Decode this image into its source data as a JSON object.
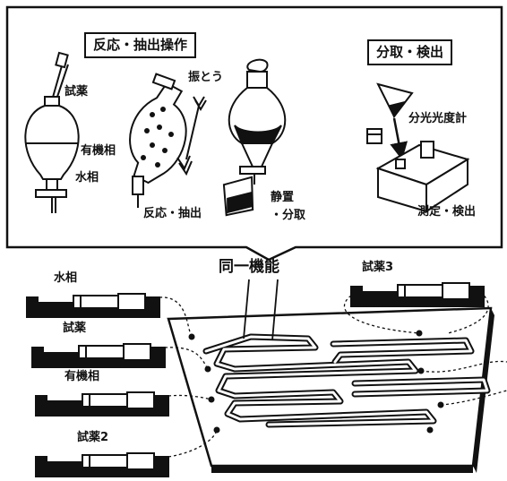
{
  "top_panel": {
    "reaction_title": "反応・抽出操作",
    "fractionation_title": "分取・検出",
    "labels": {
      "reagent": "試薬",
      "organic_phase": "有機相",
      "aqueous_phase": "水相",
      "shaking": "振とう",
      "reaction_extraction": "反応・抽出",
      "standing": "静置",
      "fractionation": "・分取",
      "spectrophotometer": "分光光度計",
      "measurement_detection": "測定・検出"
    }
  },
  "bottom_panel": {
    "same_function": "同一機能",
    "pumps": {
      "aqueous_phase": "水相",
      "reagent": "試薬",
      "organic_phase": "有機相",
      "reagent2": "試薬2",
      "reagent3": "試薬3"
    }
  }
}
